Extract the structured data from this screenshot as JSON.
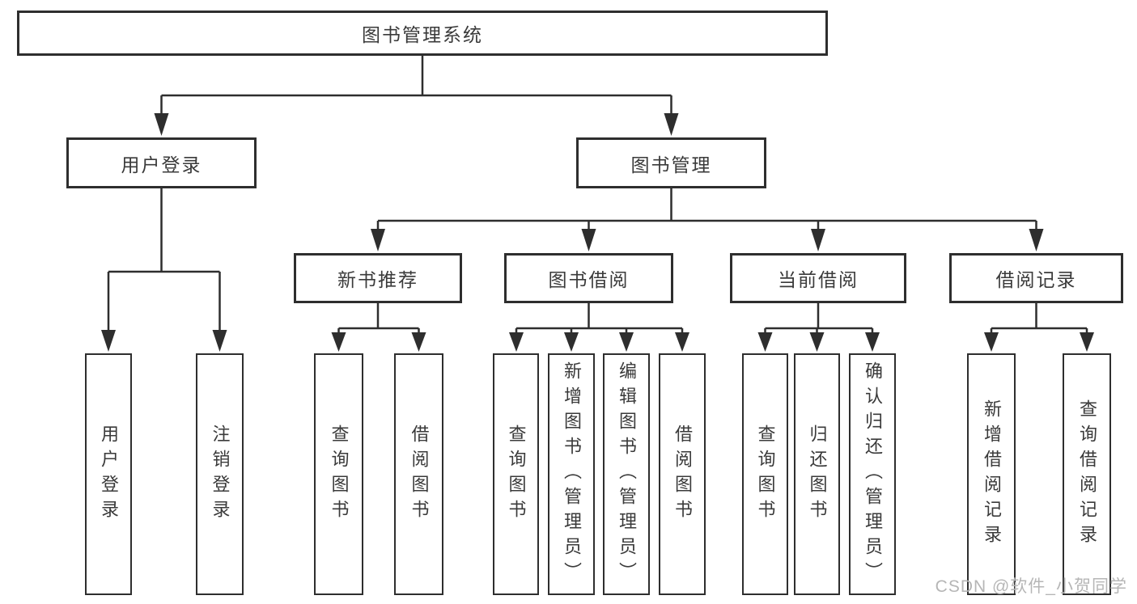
{
  "tree": {
    "root": {
      "label": "图书管理系统"
    },
    "branches": [
      {
        "label": "用户登录",
        "children": [
          {
            "label": "用户登录"
          },
          {
            "label": "注销登录"
          }
        ]
      },
      {
        "label": "图书管理",
        "children": [
          {
            "label": "新书推荐",
            "children": [
              {
                "label": "查询图书"
              },
              {
                "label": "借阅图书"
              }
            ]
          },
          {
            "label": "图书借阅",
            "children": [
              {
                "label": "查询图书"
              },
              {
                "label": "新增图书（管理员）"
              },
              {
                "label": "编辑图书（管理员）"
              },
              {
                "label": "借阅图书"
              }
            ]
          },
          {
            "label": "当前借阅",
            "children": [
              {
                "label": "查询图书"
              },
              {
                "label": "归还图书"
              },
              {
                "label": "确认归还（管理员）"
              }
            ]
          },
          {
            "label": "借阅记录",
            "children": [
              {
                "label": "新增借阅记录"
              },
              {
                "label": "查询借阅记录"
              }
            ]
          }
        ]
      }
    ]
  },
  "watermark": {
    "text": "CSDN @软件_小贺同学"
  },
  "colors": {
    "line": "#2e2e2e",
    "text": "#3a3a3a",
    "watermark": "#b6b6b6",
    "background": "#ffffff"
  }
}
